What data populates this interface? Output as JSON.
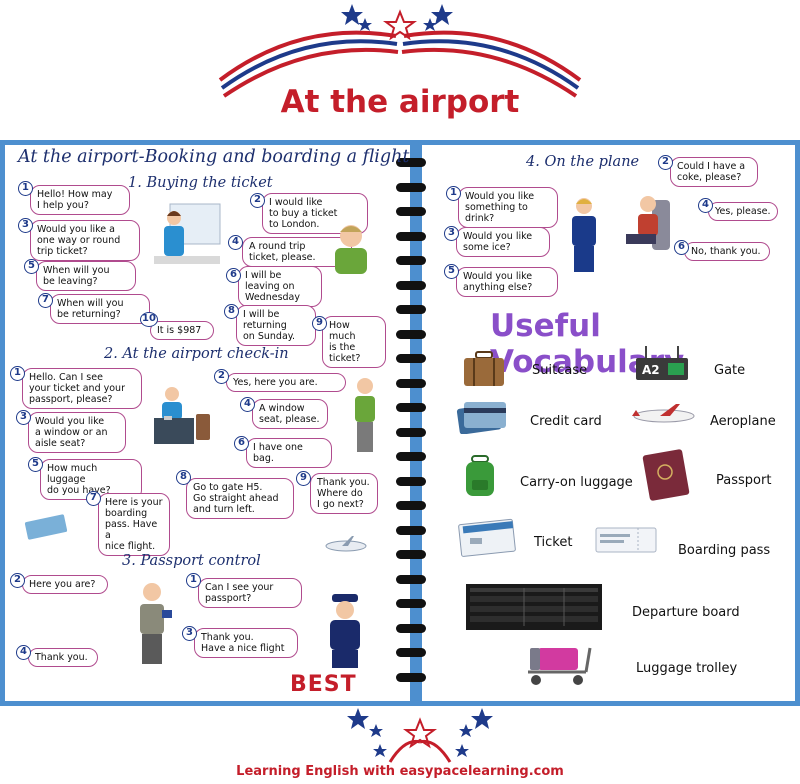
{
  "header": {
    "title": "At the airport"
  },
  "left_page": {
    "heading": "At the airport-Booking and boarding a flight",
    "section1": {
      "title": "1. Buying the ticket",
      "bubbles": [
        {
          "n": "1",
          "text": "Hello! How may\nI help you?"
        },
        {
          "n": "2",
          "text": "I would like\nto buy a ticket\nto London."
        },
        {
          "n": "3",
          "text": "Would you like a\none way or round\ntrip ticket?"
        },
        {
          "n": "4",
          "text": "A round trip\nticket, please."
        },
        {
          "n": "5",
          "text": "When will you\nbe leaving?"
        },
        {
          "n": "6",
          "text": "I will be\nleaving on\nWednesday"
        },
        {
          "n": "7",
          "text": "When will you\nbe returning?"
        },
        {
          "n": "8",
          "text": "I will be\nreturning\non Sunday."
        },
        {
          "n": "9",
          "text": "How much\nis the\nticket?"
        },
        {
          "n": "10",
          "text": "It is $987"
        }
      ]
    },
    "section2": {
      "title": "2. At the airport check-in",
      "bubbles": [
        {
          "n": "1",
          "text": "Hello. Can I see\nyour ticket and your\npassport, please?"
        },
        {
          "n": "2",
          "text": "Yes, here you are."
        },
        {
          "n": "3",
          "text": "Would you like\na window or an\naisle seat?"
        },
        {
          "n": "4",
          "text": "A window\nseat, please."
        },
        {
          "n": "5",
          "text": "How much luggage\ndo you have?"
        },
        {
          "n": "6",
          "text": "I have one bag."
        },
        {
          "n": "7",
          "text": "Here is your\nboarding\npass. Have a\nnice flight."
        },
        {
          "n": "8",
          "text": "Go to gate H5.\nGo straight ahead\nand turn left."
        },
        {
          "n": "9",
          "text": "Thank you.\nWhere do\nI go next?"
        }
      ]
    },
    "section3": {
      "title": "3. Passport control",
      "bubbles": [
        {
          "n": "1",
          "text": "Can I see your\npassport?"
        },
        {
          "n": "2",
          "text": "Here you are?"
        },
        {
          "n": "3",
          "text": "Thank you.\nHave a nice flight"
        },
        {
          "n": "4",
          "text": "Thank you."
        }
      ]
    },
    "logo": "BEST"
  },
  "right_page": {
    "section4": {
      "title": "4. On the plane",
      "bubbles": [
        {
          "n": "1",
          "text": "Would you like\nsomething to\ndrink?"
        },
        {
          "n": "2",
          "text": "Could I have a\ncoke, please?"
        },
        {
          "n": "3",
          "text": "Would you like\nsome ice?"
        },
        {
          "n": "4",
          "text": "Yes, please."
        },
        {
          "n": "5",
          "text": "Would you like\nanything else?"
        },
        {
          "n": "6",
          "text": "No, thank you."
        }
      ]
    },
    "vocab_title": "Useful Vocabulary",
    "vocab": {
      "suitcase": "Suitcase",
      "gate": "Gate",
      "gate_sign": "A2",
      "credit_card": "Credit card",
      "aeroplane": "Aeroplane",
      "carry_on": "Carry-on luggage",
      "passport": "Passport",
      "ticket": "Ticket",
      "boarding_pass": "Boarding pass",
      "departure_board": "Departure board",
      "luggage_trolley": "Luggage trolley"
    }
  },
  "footer": "Learning English with easypacelearning.com",
  "colors": {
    "red": "#c41e2a",
    "navy": "#1d2f6e",
    "border_blue": "#4d8fcf",
    "bubble_border": "#b04b8e",
    "vocab_purple": "#8a4fc9"
  }
}
